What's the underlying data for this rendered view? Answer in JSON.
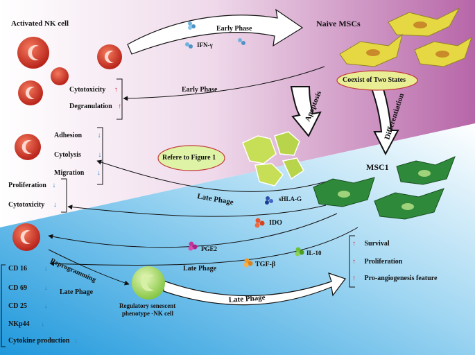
{
  "colors": {
    "top_region": "#b766a8",
    "bottom_region": "#2aa3df",
    "up_arrow": "#e0262f",
    "down_arrow": "#2a7fc4",
    "nk_cell": "#d63a2c",
    "naive_msc": "#e6d843",
    "msc1": "#2e8a3a",
    "regulatory_cell": "#8fd14a",
    "coexist_fill": "#e9ee95",
    "coexist_stroke": "#c23b3b"
  },
  "labels": {
    "activated_nk": "Activated NK cell",
    "naive_mscs": "Naive MSCs",
    "early_phase_top": "Early Phase",
    "ifn_gamma": "IFN-γ",
    "early_phase_mid": "Early Phase",
    "coexist": "Coexist of Two States",
    "apoptosis": "Apoptosis",
    "differentiation": "Differentiation",
    "refer_figure": "Refere to Figure 1",
    "msc1": "MSC1",
    "late_phase_1": "Late Phage",
    "shla_g": "sHLA-G",
    "ido": "IDO",
    "pge2": "PGE2",
    "il10": "IL-10",
    "tgf_beta": "TGF-β",
    "late_phase_2": "Late Phage",
    "late_phase_3": "Late Phage",
    "late_phase_4": "Late Phage",
    "reprogramming": "Reprogramming",
    "regulatory": "Regulatory senescent",
    "phenotype": "phenotype -NK cell"
  },
  "nk_effects_early": [
    {
      "label": "Cytotoxicity",
      "dir": "up"
    },
    {
      "label": "Degranulation",
      "dir": "up"
    }
  ],
  "nk_effects_late": [
    {
      "label": "Adhesion",
      "dir": "down"
    },
    {
      "label": "Cytolysis",
      "dir": "down"
    },
    {
      "label": "Migration",
      "dir": "down"
    }
  ],
  "nk_effects_prolif": [
    {
      "label": "Proliferation",
      "dir": "down"
    },
    {
      "label": "Cytotoxicity",
      "dir": "down"
    }
  ],
  "markers": [
    {
      "label": "CD 16",
      "dir": "down"
    },
    {
      "label": "CD 69",
      "dir": "down"
    },
    {
      "label": "CD 25",
      "dir": "down"
    },
    {
      "label": "NKp44",
      "dir": "down"
    },
    {
      "label": "Cytokine production",
      "dir": "down"
    }
  ],
  "msc_outcomes": [
    {
      "label": "Survival",
      "dir": "up"
    },
    {
      "label": "Proliferation",
      "dir": "up"
    },
    {
      "label": "Pro-angiogenesis feature",
      "dir": "up"
    }
  ],
  "glyphs": {
    "up": "↑",
    "down": "↓"
  }
}
